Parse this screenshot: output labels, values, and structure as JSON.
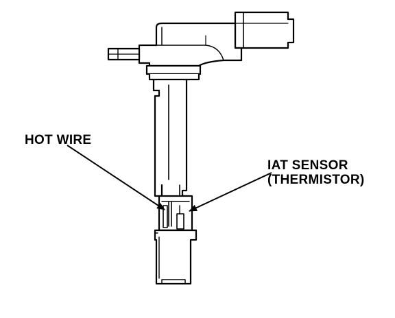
{
  "labels": {
    "hot_wire": "HOT WIRE",
    "iat_line1": "IAT SENSOR",
    "iat_line2": "(THERMISTOR)"
  },
  "colors": {
    "ink": "#000000",
    "paper": "#ffffff"
  }
}
